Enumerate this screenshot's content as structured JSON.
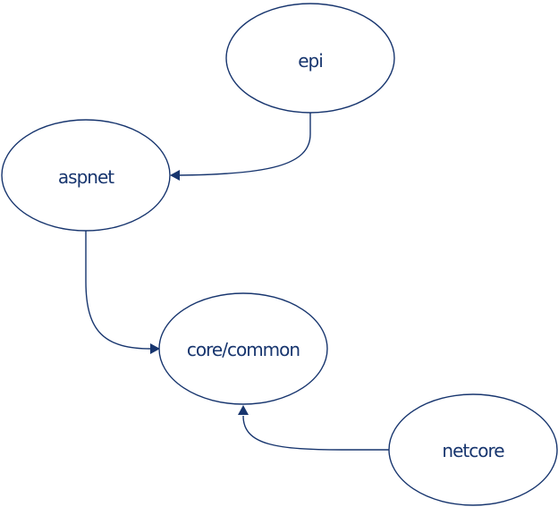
{
  "diagram": {
    "colors": {
      "stroke": "#17356e",
      "fill": "#ffffff",
      "text": "#17356e"
    },
    "nodes": [
      {
        "id": "epi",
        "label": "epi"
      },
      {
        "id": "aspnet",
        "label": "aspnet"
      },
      {
        "id": "core",
        "label": "core/common"
      },
      {
        "id": "netcore",
        "label": "netcore"
      }
    ],
    "edges": [
      {
        "from": "epi",
        "to": "aspnet"
      },
      {
        "from": "aspnet",
        "to": "core"
      },
      {
        "from": "netcore",
        "to": "core"
      }
    ]
  }
}
